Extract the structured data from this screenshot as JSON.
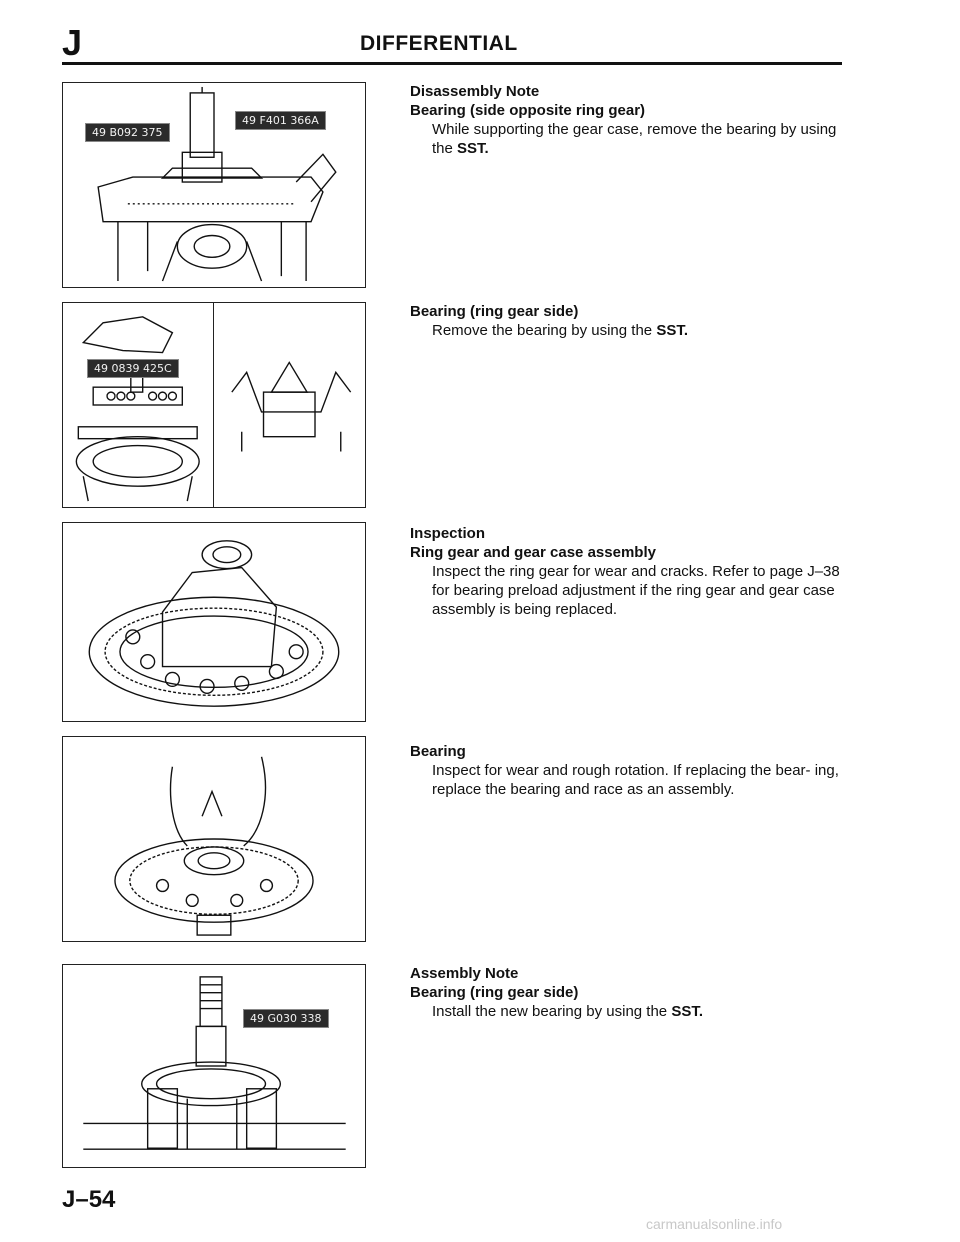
{
  "header": {
    "section_letter": "J",
    "title": "DIFFERENTIAL"
  },
  "figures": {
    "fig1": {
      "tags": [
        "49 B092 375",
        "49 F401 366A"
      ]
    },
    "fig2": {
      "tags": [
        "49 0839 425C"
      ]
    },
    "fig5": {
      "tags": [
        "49 G030 338"
      ]
    }
  },
  "sections": {
    "s1": {
      "heading": "Disassembly Note",
      "subheading": "Bearing (side opposite ring gear)",
      "body": "While supporting the gear case, remove the bearing by using the",
      "sst": "SST."
    },
    "s2": {
      "subheading": "Bearing (ring gear side)",
      "body": "Remove the bearing by using the",
      "sst": "SST."
    },
    "s3": {
      "heading": "Inspection",
      "subheading": "Ring gear and gear case assembly",
      "body": "Inspect the ring gear for wear and cracks. Refer to page J–38 for bearing preload adjustment if the ring gear and gear case assembly is being replaced."
    },
    "s4": {
      "subheading": "Bearing",
      "body": "Inspect for wear and rough rotation. If replacing the bear- ing, replace the bearing and race as an assembly."
    },
    "s5": {
      "heading": "Assembly Note",
      "subheading": "Bearing (ring gear side)",
      "body": "Install the new bearing by using the",
      "sst": "SST."
    }
  },
  "footer": {
    "page_number": "J–54",
    "watermark": "carmanualsonline.info"
  }
}
